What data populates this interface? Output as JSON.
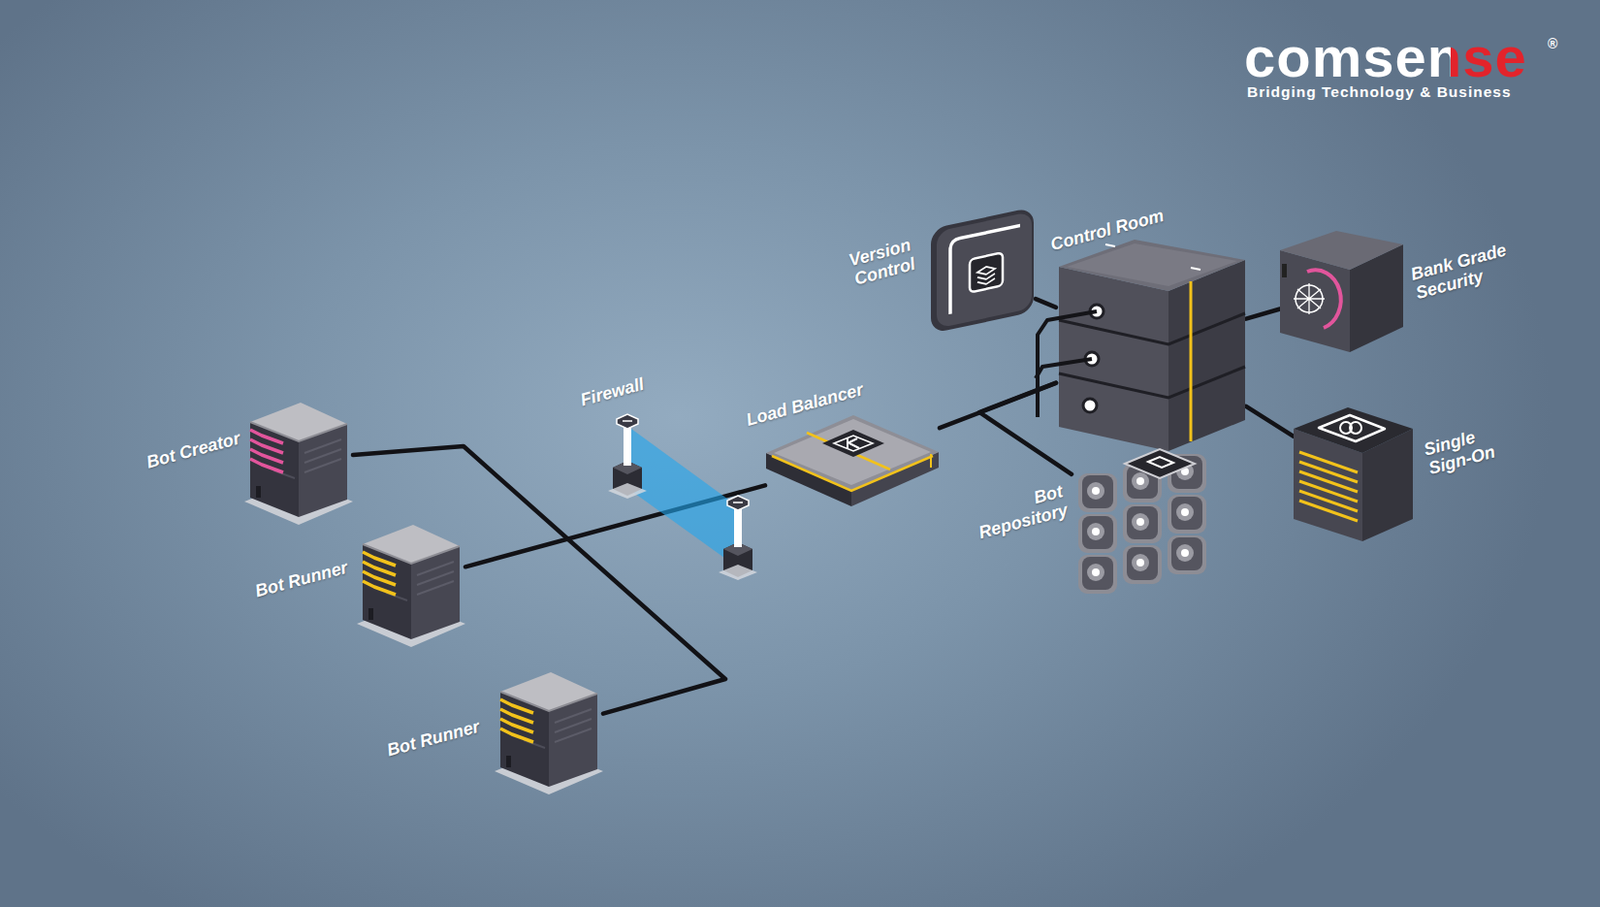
{
  "diagram": {
    "nodes": [
      {
        "text": [
          "Bot Creator"
        ]
      },
      {
        "text": [
          "Bot Runner"
        ]
      },
      {
        "text": [
          "Bot Runner"
        ]
      },
      {
        "text": [
          "Firewall"
        ]
      },
      {
        "text": [
          "Load Balancer"
        ]
      },
      {
        "text": [
          "Version Control"
        ]
      },
      {
        "text": [
          "Control Room"
        ]
      },
      {
        "text": [
          "Bot Repository"
        ]
      },
      {
        "text": [
          "Bank Grade Security"
        ]
      },
      {
        "text": [
          "Single Sign-On"
        ]
      }
    ],
    "edges": [
      {
        "from": 0,
        "to": 2,
        "arrow": "none"
      },
      {
        "from": 1,
        "to": 4,
        "arrow": "none"
      },
      {
        "from": 4,
        "to": 6,
        "arrow": "none"
      },
      {
        "from": 6,
        "to": 5,
        "arrow": "none"
      },
      {
        "from": 6,
        "to": 7,
        "arrow": "none"
      },
      {
        "from": 6,
        "to": 8,
        "arrow": "none"
      },
      {
        "from": 6,
        "to": 9,
        "arrow": "none"
      }
    ],
    "labels": [
      "comsense",
      "®",
      "Bridging Technology & Business"
    ]
  }
}
